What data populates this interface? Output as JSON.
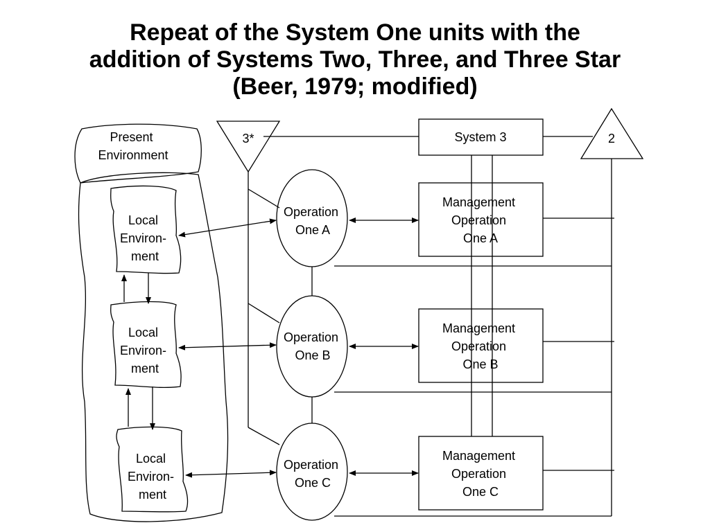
{
  "title": {
    "line1": "Repeat of the System One units with the",
    "line2": "addition of Systems Two, Three, and Three Star",
    "line3": "(Beer, 1979; modified)"
  },
  "environment": {
    "present": [
      "Present",
      "Environment"
    ],
    "local_a": [
      "Local",
      "Environ-",
      "ment"
    ],
    "local_b": [
      "Local",
      "Environ-",
      "ment"
    ],
    "local_c": [
      "Local",
      "Environ-",
      "ment"
    ]
  },
  "system3star": {
    "label": "3*"
  },
  "system3": {
    "label": "System 3"
  },
  "system2": {
    "label": "2"
  },
  "operations": {
    "a": [
      "Operation",
      "One A"
    ],
    "b": [
      "Operation",
      "One B"
    ],
    "c": [
      "Operation",
      "One C"
    ]
  },
  "management": {
    "a": [
      "Management",
      "Operation",
      "One A"
    ],
    "b": [
      "Management",
      "Operation",
      "One B"
    ],
    "c": [
      "Management",
      "Operation",
      "One C"
    ]
  }
}
